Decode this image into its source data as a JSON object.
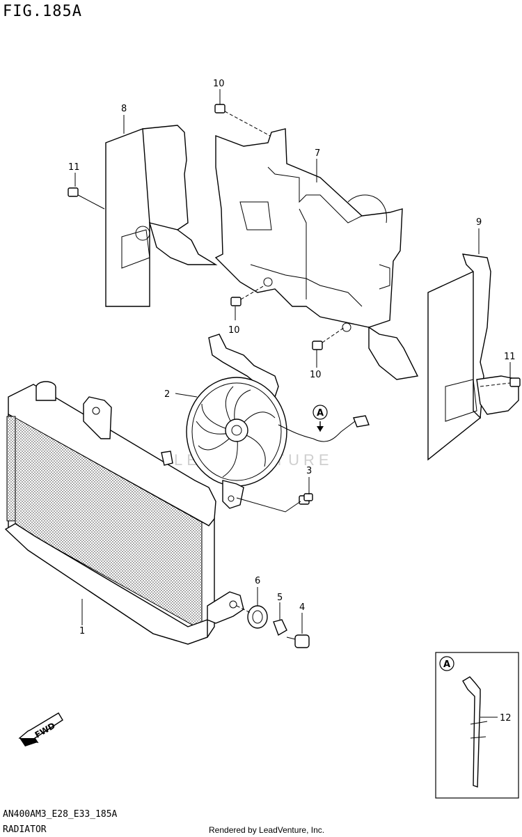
{
  "header": {
    "figure_title": "FIG.185A"
  },
  "footer": {
    "code": "AN400AM3_E28_E33_185A",
    "section_name": "RADIATOR",
    "credit": "Rendered by LeadVenture, Inc."
  },
  "watermark": "LEADVENTURE",
  "callouts": {
    "c1": "1",
    "c2": "2",
    "c3": "3",
    "c4": "4",
    "c5": "5",
    "c6": "6",
    "c7": "7",
    "c8": "8",
    "c9": "9",
    "c10a": "10",
    "c10b": "10",
    "c10c": "10",
    "c11a": "11",
    "c11b": "11",
    "c12": "12"
  },
  "connector_marker": {
    "label": "A"
  },
  "inset": {
    "marker_label": "A",
    "part_label": "12"
  },
  "fwd_arrow": {
    "label": "FWD"
  }
}
